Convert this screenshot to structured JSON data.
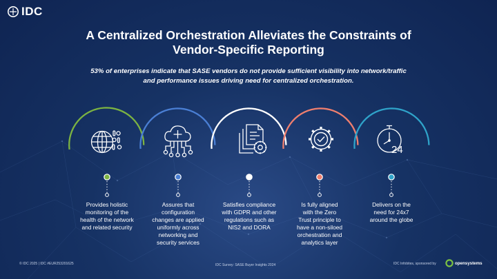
{
  "header": {
    "logo_text": "IDC",
    "title_line1": "A Centralized Orchestration Alleviates the Constraints of",
    "title_line2": "Vendor-Specific Reporting",
    "subtitle_line1": "53% of enterprises indicate that SASE vendors do not provide sufficient visibility into network/traffic",
    "subtitle_line2": "and performance issues driving need for centralized orchestration."
  },
  "items": [
    {
      "icon": "globe-data-icon",
      "color": "#7cb342",
      "lines": [
        "Provides holistic",
        "monitoring of the",
        "health of the network",
        "and related security"
      ]
    },
    {
      "icon": "cloud-network-icon",
      "color": "#4a7fd4",
      "lines": [
        "Assures that",
        "configuration",
        "changes are applied",
        "uniformly across",
        "networking and",
        "security services"
      ]
    },
    {
      "icon": "documents-gear-icon",
      "color": "#ffffff",
      "lines": [
        "Satisfies compliance",
        "with GDPR and other",
        "regulations such as",
        "NIS2 and DORA"
      ]
    },
    {
      "icon": "gear-check-icon",
      "color": "#ef7f6e",
      "lines": [
        "Is fully aligned",
        "with the Zero",
        "Trust principle to",
        "have a non-siloed",
        "orchestration and",
        "analytics layer"
      ]
    },
    {
      "icon": "clock-24-icon",
      "color": "#2fa3c9",
      "icon_text": "24",
      "lines": [
        "Delivers on the",
        "need for 24x7",
        "around the globe"
      ]
    }
  ],
  "footer": {
    "copyright": "© IDC 2025  |  IDC #EUR253201625",
    "source": "IDC Survey: SASE Buyer Insights 2024",
    "credit": "IDC Infobites, sponsored by",
    "sponsor": "opensystems",
    "sponsor_color": "#7cc242"
  }
}
